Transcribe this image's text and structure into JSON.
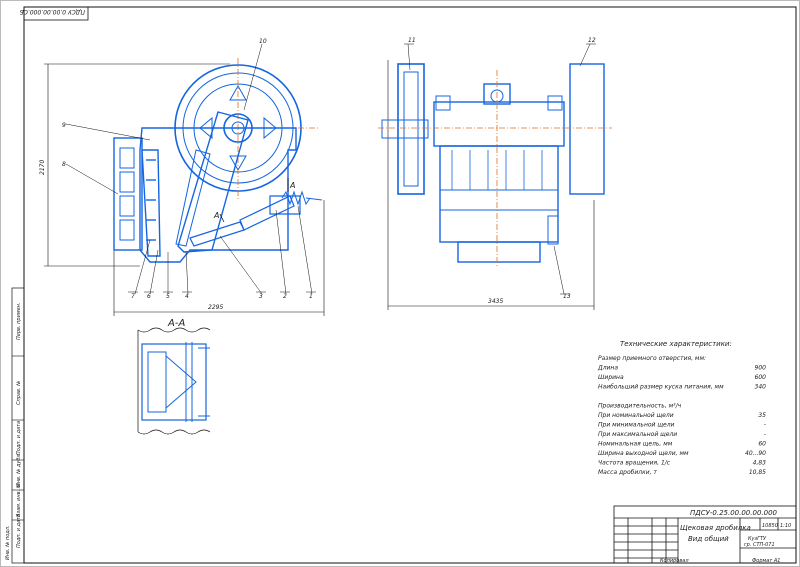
{
  "drawing": {
    "stamp_top": "ПДСУ 0.00.00.000.СБ",
    "section_label": "А-А",
    "section_letter": "А",
    "callouts": {
      "n1": "1",
      "n2": "2",
      "n3": "3",
      "n4": "4",
      "n5": "5",
      "n6": "6",
      "n7": "7",
      "n8": "8",
      "n9": "9",
      "n10": "10",
      "n11": "11",
      "n12": "12",
      "n13": "13"
    },
    "dims": {
      "height_left": "2170",
      "width_left": "2295",
      "width_right": "3435"
    }
  },
  "specs": {
    "title": "Технические характеристики:",
    "rows": [
      {
        "label": "Размер приемного отверстия, мм:",
        "value": ""
      },
      {
        "label": "Длина",
        "value": "900"
      },
      {
        "label": "Ширина",
        "value": "600"
      },
      {
        "label": "Наибольший размер куска питания, мм",
        "value": "340"
      },
      {
        "label": "",
        "value": ""
      },
      {
        "label": "Производительность, м³/ч",
        "value": ""
      },
      {
        "label": "При номинальной щели",
        "value": "35"
      },
      {
        "label": "При минимальной щели",
        "value": "-"
      },
      {
        "label": "При максимальной щели",
        "value": "-"
      },
      {
        "label": "Номинальная щель, мм",
        "value": "60"
      },
      {
        "label": "Ширина выходной щели, мм",
        "value": "40...90"
      },
      {
        "label": "Частота вращения, 1/с",
        "value": "4,83"
      },
      {
        "label": "Масса дробилки, т",
        "value": "10,85"
      }
    ]
  },
  "title_block": {
    "code": "ПДСУ-0.25.00.00.00.000",
    "name_line1": "Щековая дробилка",
    "name_line2": "Вид общий",
    "scale": "1:10",
    "mass": "10850",
    "org_line1": "КузГТУ",
    "org_line2": "гр. СТП-071",
    "copied": "Копировал",
    "format": "Формат А1"
  },
  "side_stamps": {
    "s1": "Перв. примен.",
    "s2": "Справ. №",
    "s3": "Подп. и дата",
    "s4": "Инв. № дубл.",
    "s5": "Взам. инв. №",
    "s6": "Подп. и дата",
    "s7": "Инв. № подл."
  }
}
